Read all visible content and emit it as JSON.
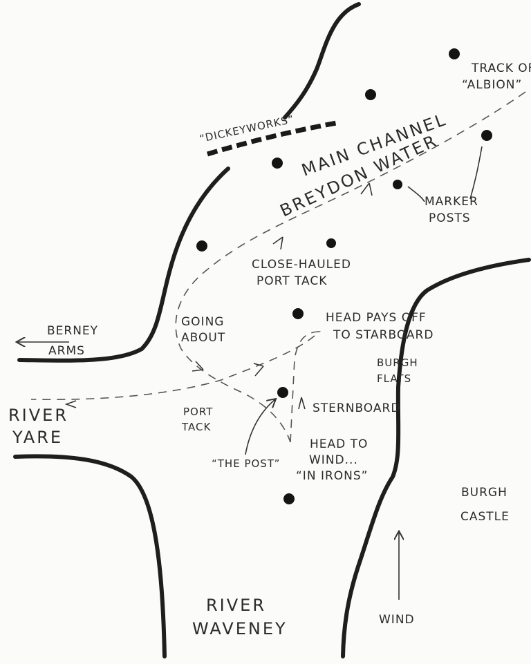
{
  "labels": {
    "main_channel": "MAIN CHANNEL",
    "breydon_water": "BREYDON WATER",
    "dickeyworks": "“DICKEYWORKS”",
    "track_of_line1": "TRACK OF",
    "track_of_line2": "“ALBION”",
    "marker_line1": "MARKER",
    "marker_line2": "POSTS",
    "close_hauled_line1": "CLOSE-HAULED",
    "close_hauled_line2": "PORT TACK",
    "going_about_line1": "GOING",
    "going_about_line2": "ABOUT",
    "head_pays_line1": "HEAD PAYS OFF",
    "head_pays_line2": "TO STARBOARD",
    "berney_line1": "BERNEY",
    "berney_line2": "ARMS",
    "burgh_flats_line1": "BURGH",
    "burgh_flats_line2": "FLATS",
    "river_yare_line1": "RIVER",
    "river_yare_line2": "YARE",
    "port_tack_line1": "PORT",
    "port_tack_line2": "TACK",
    "sternboard": "STERNBOARD",
    "head_wind_line1": "HEAD TO",
    "head_wind_line2": "WIND...",
    "in_irons": "“IN IRONS”",
    "the_post": "“THE POST”",
    "burgh_castle_line1": "BURGH",
    "burgh_castle_line2": "CASTLE",
    "river_waveney_line1": "RIVER",
    "river_waveney_line2": "WAVENEY",
    "wind": "WIND"
  }
}
